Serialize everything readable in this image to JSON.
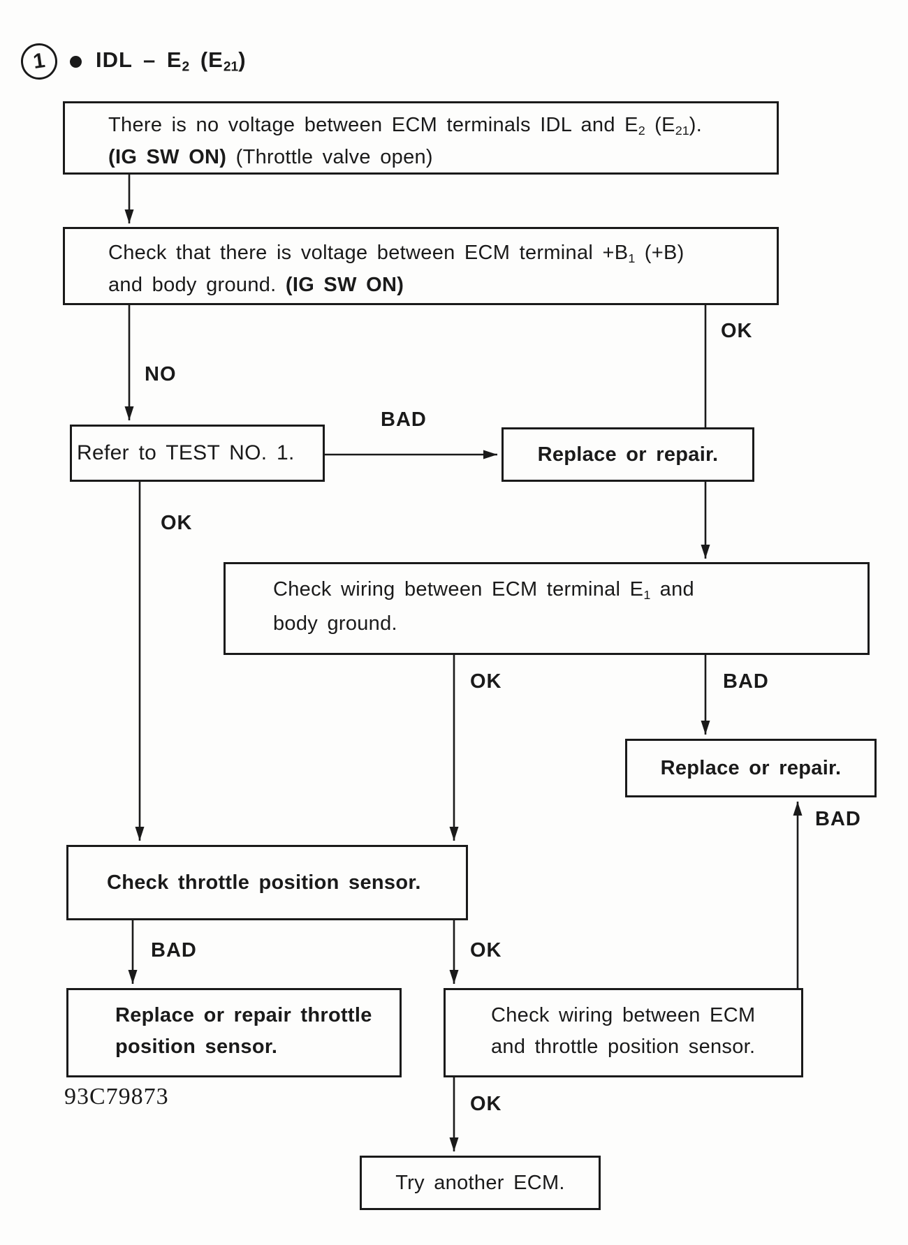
{
  "header": {
    "step_number": "1",
    "title": [
      "IDL – E",
      "2",
      " (E",
      "21",
      ")"
    ]
  },
  "boxes": {
    "no_voltage": {
      "l1": [
        "There is no voltage between ECM terminals IDL and E",
        "2",
        " (E",
        "21",
        ")."
      ],
      "l2": [
        "(IG SW ON)",
        " (Throttle valve open)"
      ]
    },
    "check_b1": {
      "l1": [
        "Check that there is voltage between ECM terminal +B",
        "1",
        " (+B)"
      ],
      "l2": [
        "and body ground. ",
        "(IG SW ON)"
      ]
    },
    "refer_test": {
      "text": "Refer to TEST NO. 1."
    },
    "replace_repair_1": {
      "text": "Replace or repair."
    },
    "check_wiring_e1": {
      "l1": [
        "Check wiring between ECM terminal E",
        "1",
        " and"
      ],
      "l2": "body ground."
    },
    "replace_repair_2": {
      "text": "Replace or repair."
    },
    "check_tps": {
      "text": "Check throttle position sensor."
    },
    "replace_tps": {
      "l1": "Replace or repair throttle",
      "l2": "position sensor."
    },
    "check_wiring_tps": {
      "l1": "Check wiring between ECM",
      "l2": "and throttle position sensor."
    },
    "try_ecm": {
      "text": "Try another ECM."
    }
  },
  "branches": {
    "b_no": "NO",
    "b_ok": "OK",
    "c_bad": "BAD",
    "c_ok": "OK",
    "d_ok": "OK",
    "d_bad": "BAD",
    "g_bad_up": "BAD",
    "f_bad": "BAD",
    "f_ok": "OK",
    "i_ok": "OK"
  },
  "figure_code": "93C79873",
  "colors": {
    "ink": "#1a1a1a",
    "paper": "#fdfdfc"
  }
}
